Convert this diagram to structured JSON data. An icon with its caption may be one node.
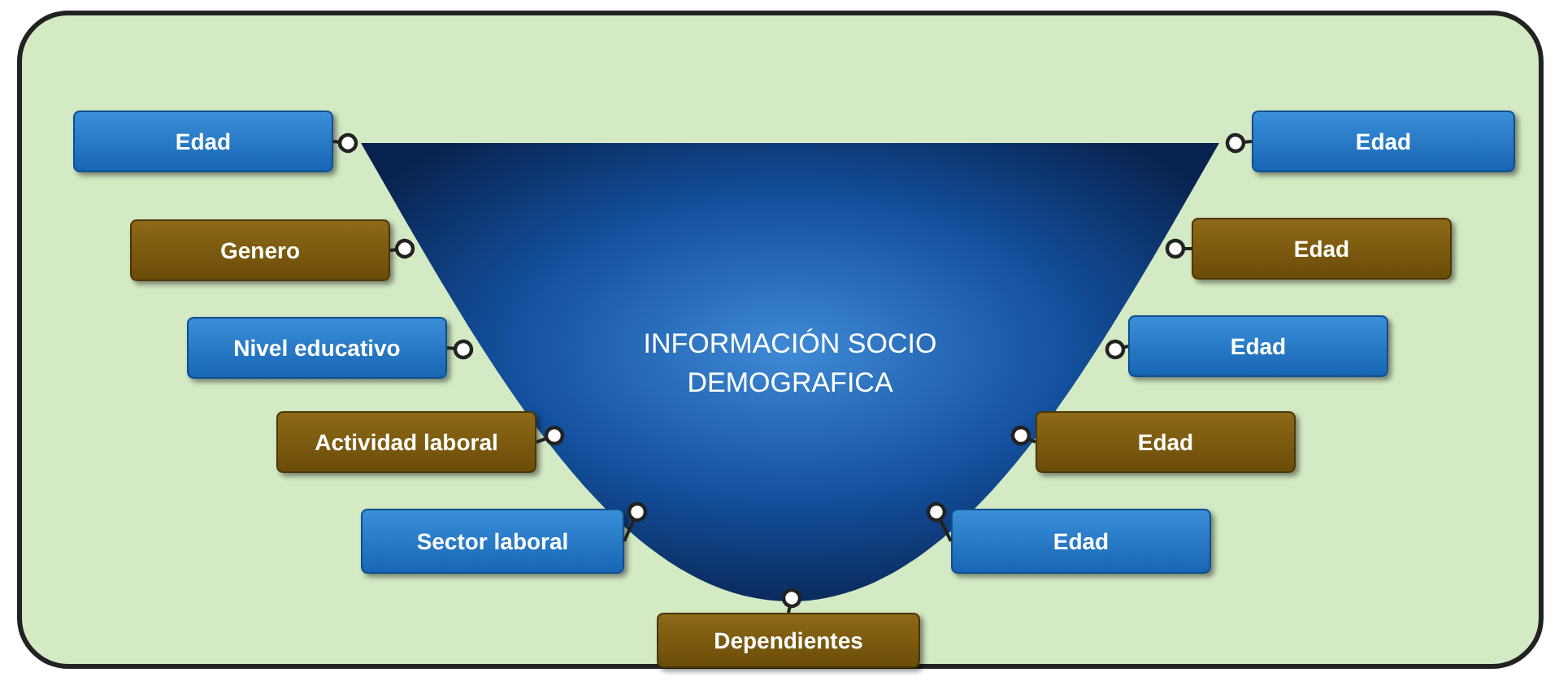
{
  "diagram": {
    "nodes": [
      {
        "text": [
          "INFORMACIÓN SOCIO DEMOGRAFICA"
        ]
      },
      {
        "text": [
          "Edad"
        ]
      },
      {
        "text": [
          "Genero"
        ]
      },
      {
        "text": [
          "Nivel educativo"
        ]
      },
      {
        "text": [
          "Actividad laboral"
        ]
      },
      {
        "text": [
          "Sector laboral"
        ]
      },
      {
        "text": [
          "Dependientes"
        ]
      },
      {
        "text": [
          "Edad"
        ]
      },
      {
        "text": [
          "Edad"
        ]
      },
      {
        "text": [
          "Edad"
        ]
      },
      {
        "text": [
          "Edad"
        ]
      },
      {
        "text": [
          "Edad"
        ]
      }
    ],
    "edges": [
      {
        "from": 1,
        "to": 0,
        "arrow": "other"
      },
      {
        "from": 2,
        "to": 0,
        "arrow": "other"
      },
      {
        "from": 3,
        "to": 0,
        "arrow": "other"
      },
      {
        "from": 4,
        "to": 0,
        "arrow": "other"
      },
      {
        "from": 5,
        "to": 0,
        "arrow": "other"
      },
      {
        "from": 6,
        "to": 0,
        "arrow": "other"
      },
      {
        "from": 7,
        "to": 0,
        "arrow": "other"
      },
      {
        "from": 8,
        "to": 0,
        "arrow": "other"
      },
      {
        "from": 9,
        "to": 0,
        "arrow": "other"
      },
      {
        "from": 10,
        "to": 0,
        "arrow": "other"
      },
      {
        "from": 11,
        "to": 0,
        "arrow": "other"
      }
    ]
  }
}
